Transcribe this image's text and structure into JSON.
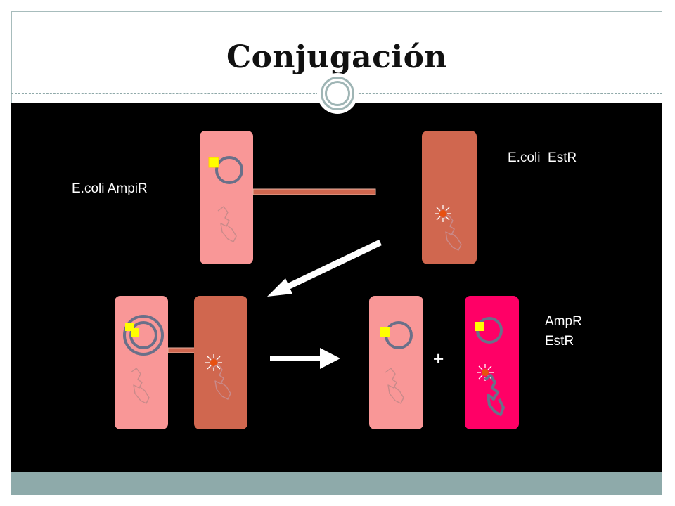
{
  "slide": {
    "title": "Conjugación"
  },
  "labels": {
    "donor": "E.coli AmpiR",
    "recipient": "E.coli  EstR",
    "plus": "+",
    "result_line1": "AmpR",
    "result_line2": "EstR"
  },
  "colors": {
    "background": "#000000",
    "cell_light": "#f99797",
    "cell_dark": "#d0674f",
    "cell_magenta": "#ff0066",
    "plasmid": "#6a7089",
    "resistance_gene": "#ffff00",
    "arrow": "#ffffff",
    "footer": "#8eaaaa"
  }
}
